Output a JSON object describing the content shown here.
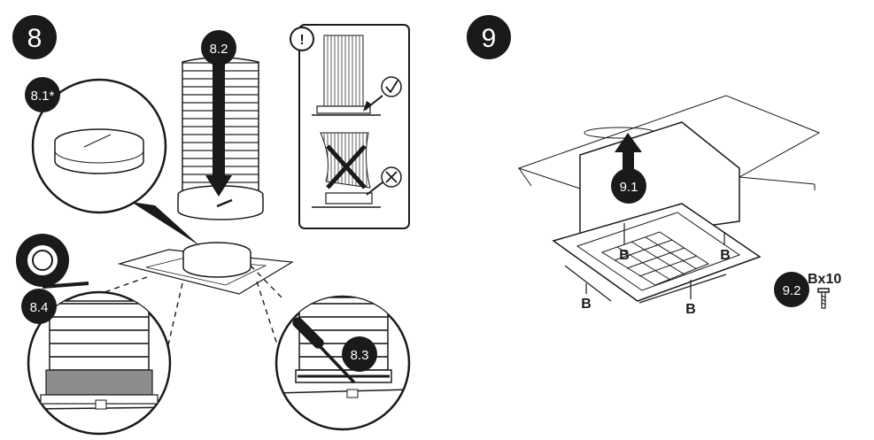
{
  "steps": {
    "step8": {
      "number": "8",
      "callouts": {
        "s81": "8.1*",
        "s82": "8.2",
        "s83": "8.3",
        "s84": "8.4"
      },
      "notice": {
        "mark": "!"
      }
    },
    "step9": {
      "number": "9",
      "callouts": {
        "s91": "9.1",
        "s92": "9.2"
      },
      "labels": [
        "B",
        "B",
        "B",
        "B"
      ],
      "screw_qty": "Bx10"
    }
  },
  "icons": {
    "check": "check-circle-icon",
    "cross": "cross-circle-icon",
    "warning": "exclamation-circle-icon",
    "tape": "tape-roll-icon",
    "screwdriver": "screwdriver-icon",
    "screw": "screw-icon",
    "arrow": "arrow-down-icon"
  },
  "colors": {
    "ink": "#1a1a1a",
    "tape": "#8c8c8c",
    "paper": "#ffffff"
  }
}
